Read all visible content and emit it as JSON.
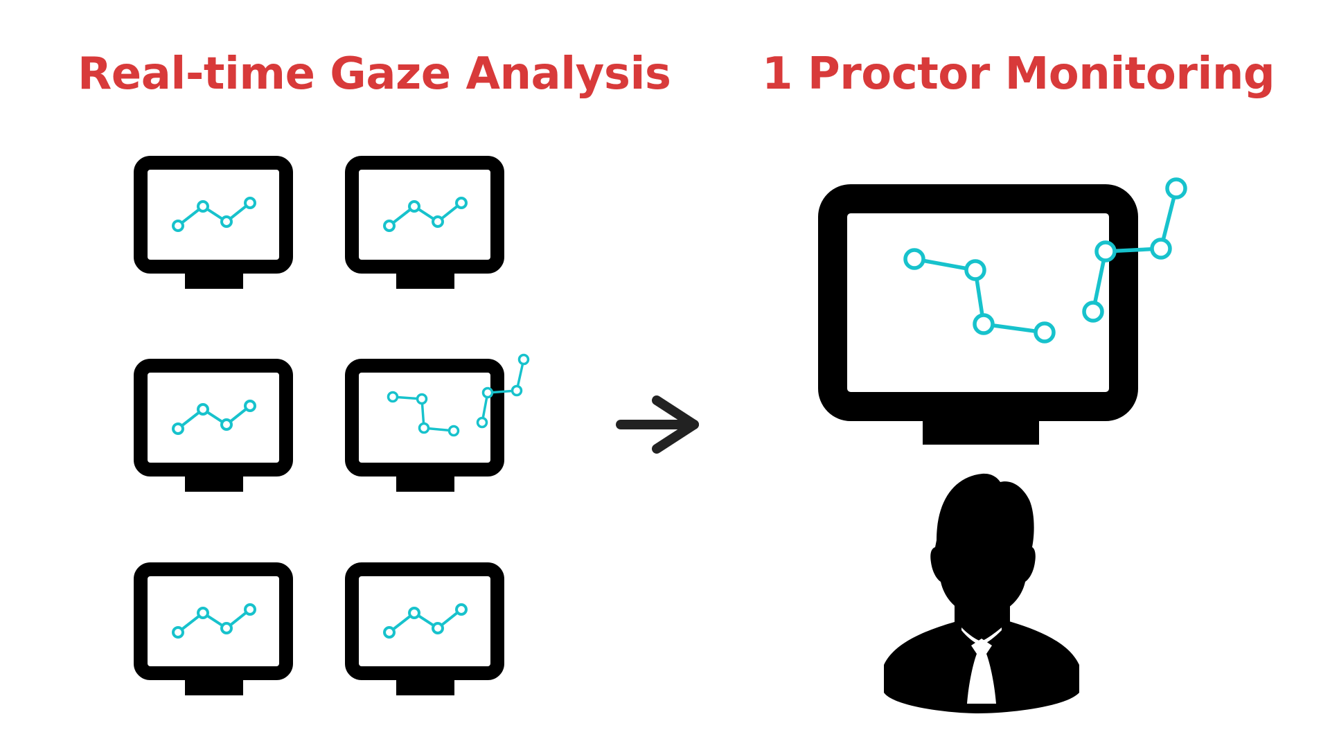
{
  "headings": {
    "left": "Real-time Gaze Analysis",
    "right": "1 Proctor Monitoring"
  },
  "colors": {
    "heading": "#d83a3a",
    "icon": "#000000",
    "gaze_path": "#17c2cc",
    "arrow": "#222222",
    "background": "#ffffff"
  },
  "student_screens": {
    "count": 6,
    "layout": "3 rows x 2 columns",
    "flagged_screen": "row 2, column 2"
  },
  "icons": {
    "arrow": "arrow-right-icon",
    "proctor": "proctor-person-icon",
    "monitor": "monitor-icon",
    "gaze": "gaze-path-icon"
  }
}
